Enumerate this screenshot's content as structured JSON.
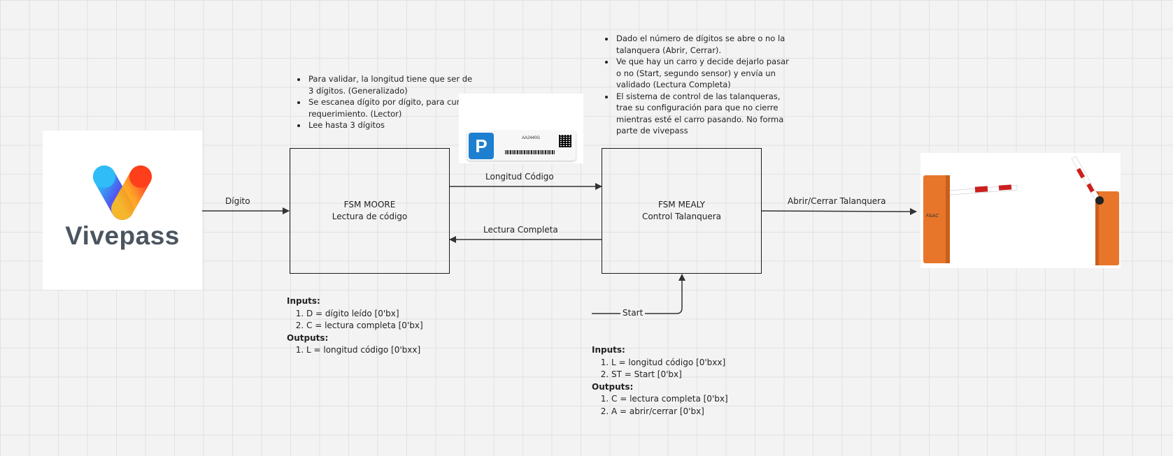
{
  "logo": {
    "text": "Vivepass"
  },
  "moore": {
    "line1": "FSM MOORE",
    "line2": "Lectura de código"
  },
  "mealy": {
    "line1": "FSM MEALY",
    "line2": "Control Talanquera"
  },
  "edges": {
    "digito": "Dígito",
    "longitud_codigo": "Longitud Código",
    "lectura_completa": "Lectura Completa",
    "abrir_cerrar": "Abrir/Cerrar Talanquera",
    "start": "Start"
  },
  "notes_moore": [
    "Para validar, la longitud tiene que ser de 3 dígitos. (Generalizado)",
    "Se escanea dígito por dígito, para cumplir requerimiento. (Lector)",
    "Lee hasta 3 dígitos"
  ],
  "notes_mealy": [
    "Dado el número de dígitos se abre o no la talanquera (Abrir, Cerrar).",
    "Ve que hay un carro y decide dejarlo pasar o no (Start, segundo sensor) y envía un validado (Lectura Completa)",
    "El sistema de control de las talanqueras, trae su configuración para que no cierre mientras esté el carro pasando. No forma parte de vivepass"
  ],
  "spec_moore": {
    "inputs_title": "Inputs:",
    "inputs": [
      "D = dígito leído [0'bx]",
      "C = lectura completa [0'bx]"
    ],
    "outputs_title": "Outputs:",
    "outputs": [
      "L = longitud código [0'bxx]"
    ]
  },
  "spec_mealy": {
    "inputs_title": "Inputs:",
    "inputs": [
      "L = longitud código [0'bxx]",
      "ST = Start [0'bx]"
    ],
    "outputs_title": "Outputs:",
    "outputs": [
      "C = lectura completa [0'bx]",
      "A = abrir/cerrar [0'bx]"
    ]
  },
  "card": {
    "code": "AA2440G"
  },
  "colors": {
    "logo_blue": "#2f9ff0",
    "logo_purple": "#6a35d8",
    "logo_orange": "#ff4a1c",
    "logo_yellow": "#ffb21a",
    "logo_text": "#4b5560",
    "card_blue": "#1d7fd0",
    "barrier_orange": "#e8762a",
    "line": "#333333"
  },
  "icons": [
    "vivepass-logo",
    "parking-card-image",
    "barrier-gate-image"
  ]
}
